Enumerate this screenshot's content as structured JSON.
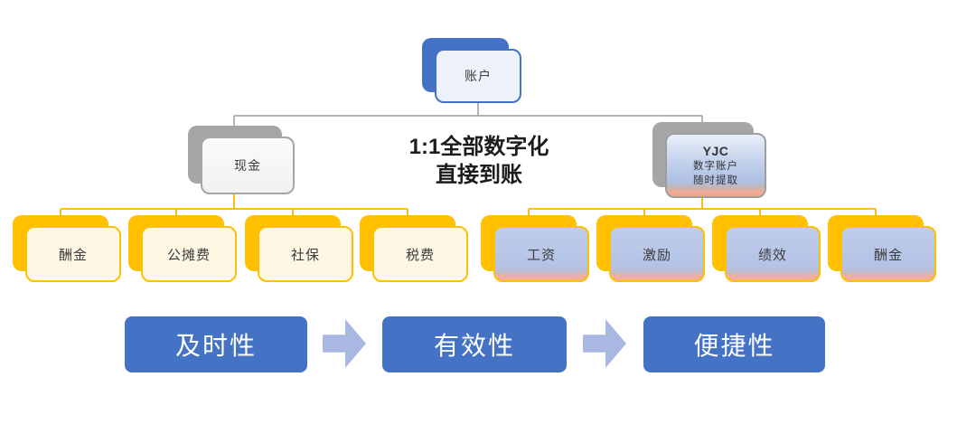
{
  "diagram": {
    "root": {
      "label": "账户"
    },
    "annotation": {
      "line1": "1:1全部数字化",
      "line2": "直接到账"
    },
    "branch_cash": {
      "label": "现金",
      "children": [
        "酬金",
        "公摊费",
        "社保",
        "税费"
      ]
    },
    "branch_yjc": {
      "title": "YJC",
      "subtitle1": "数字账户",
      "subtitle2": "随时提取",
      "children": [
        "工资",
        "激励",
        "绩效",
        "酬金"
      ]
    },
    "flow_steps": [
      "及时性",
      "有效性",
      "便捷性"
    ],
    "colors": {
      "blue": "#4472C4",
      "yellow": "#FFC000",
      "gray": "#A6A6A6",
      "lavender_fill": "#EDF2FA",
      "cream_fill": "#FDF6E3",
      "periwinkle_fill": "#B4C3E6",
      "salmon": "#F2AB93",
      "arrow": "#A9B8E2",
      "connector_gray": "#9B9B9B"
    }
  }
}
